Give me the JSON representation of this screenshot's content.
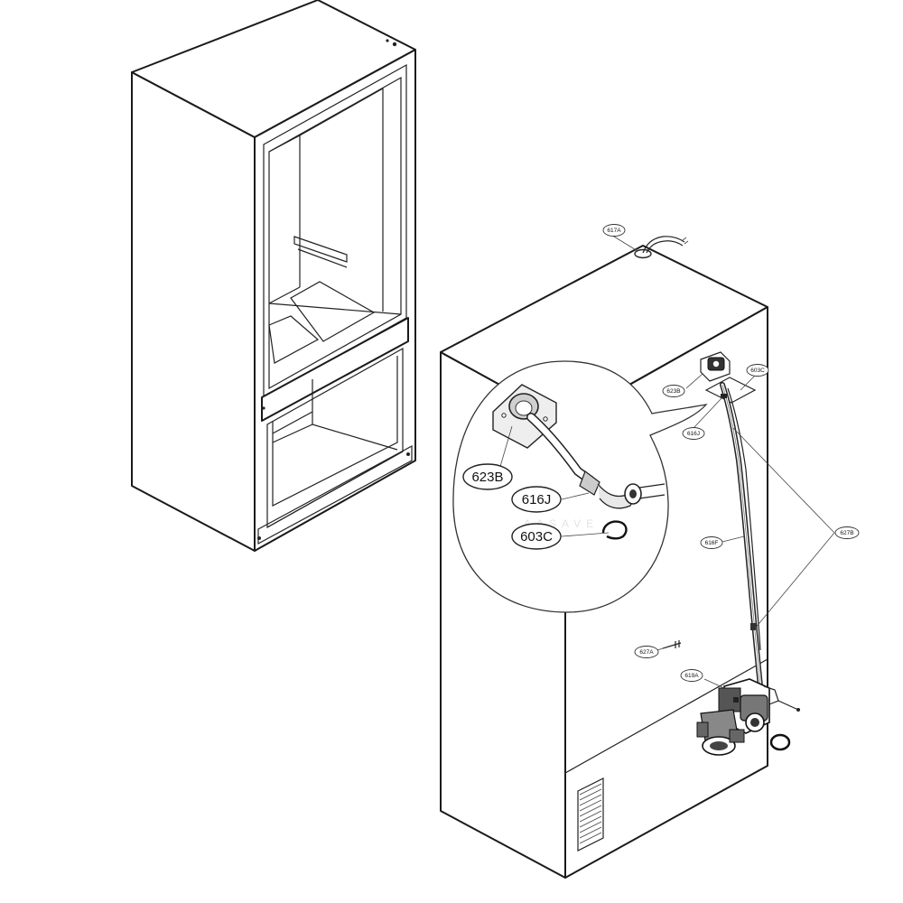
{
  "labels": {
    "l623B_big": "623B",
    "l616J_big": "616J",
    "l603C_big": "603C",
    "l617A": "617A",
    "l623B": "623B",
    "l603C": "603C",
    "l616J": "616J",
    "l627B": "627B",
    "l616F": "616F",
    "l627A": "627A",
    "l619A": "619A"
  }
}
